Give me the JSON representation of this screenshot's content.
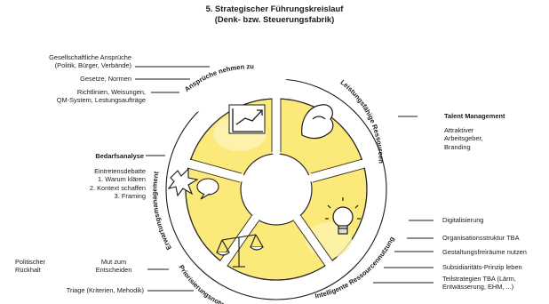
{
  "title": {
    "line1": "5. Strategischer Führungskreislauf",
    "line2": "(Denk- bzw. Steuerungsfabrik)"
  },
  "ring_labels": {
    "top": "Ansprüche nehmen zu",
    "right": "Leistungsfähige Ressourcen",
    "bottom_right": "Intelligente Ressourcennutzung",
    "bottom": "Priorisierungsnotwendigkeit",
    "left": "Erwartungsmanagement"
  },
  "left_top": {
    "item1_line1": "Gesellschaftliche Ansprüche",
    "item1_line2": "(Politik, Bürger, Verbände)",
    "item2": "Gesetze, Normen",
    "item3_line1": "Richtlinien, Weisungen,",
    "item3_line2": "QM-System, Lestungsaufträge"
  },
  "left_middle": {
    "heading": "Bedarfsanalyse",
    "line1": "Eintretensdebatte",
    "line2": "1. Warum klären",
    "line3": "2. Kontext schaffen",
    "line4": "3. Framing"
  },
  "left_bottom": {
    "col1_line1": "Politischer",
    "col1_line2": "Rückhalt",
    "col2_line1": "Mut zum",
    "col2_line2": "Entscheiden",
    "item": "Triage (Kriterien, Mehodik)"
  },
  "right_top": {
    "heading": "Talent Management",
    "line1": "Attraktiver",
    "line2": "Arbeitsgeber,",
    "line3": "Branding"
  },
  "right_bottom": {
    "item1": "Digitalisierung",
    "item2": "Organisationsstruktur TBA",
    "item3": "Gestaltungsfreiräume nutzen",
    "item4": "Subsidiaritäts-Prinzip leben",
    "item5_line1": "Teilstrategien TBA (Lärm,",
    "item5_line2": "Entwässerung, EHM, ...)"
  },
  "colors": {
    "fill": "#fbe97a",
    "fill_light": "#fdf3b0",
    "ring_text": "#1a1a1a",
    "line": "#222222"
  },
  "icons": [
    "chart-arrow-icon",
    "flexed-arm-icon",
    "lightbulb-icon",
    "balance-scale-icon",
    "speech-bubbles-icon"
  ]
}
